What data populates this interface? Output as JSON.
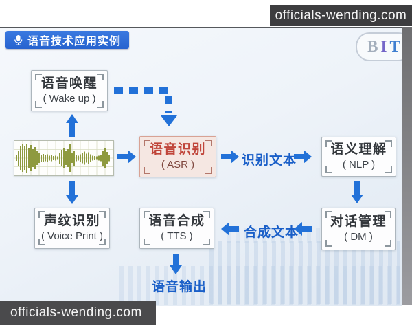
{
  "watermarks": {
    "top": "officials-wending.com",
    "bottom": "officials-wending.com"
  },
  "header": {
    "badge_label": "语音技术应用实例",
    "badge_icon": "microphone-icon",
    "logo_letters": [
      "B",
      "I",
      "T"
    ]
  },
  "diagram": {
    "nodes": [
      {
        "title": "语音唤醒",
        "subtitle": "( Wake up )"
      },
      {
        "title": "语音识别",
        "subtitle": "( ASR )"
      },
      {
        "title": "语义理解",
        "subtitle": "( NLP )"
      },
      {
        "title": "声纹识别",
        "subtitle": "( Voice Print )"
      },
      {
        "title": "语音合成",
        "subtitle": "( TTS )"
      },
      {
        "title": "对话管理",
        "subtitle": "( DM )"
      }
    ],
    "flow_labels": {
      "recognized_text": "识别文本",
      "synthesized_text": "合成文本",
      "speech_output": "语音输出"
    }
  },
  "colors": {
    "arrow_blue": "#2271d8",
    "label_blue": "#1a5fc8",
    "badge_blue": "#2b6bd8",
    "asr_red": "#c0453a",
    "waveform_olive": "#8e9a3f"
  }
}
